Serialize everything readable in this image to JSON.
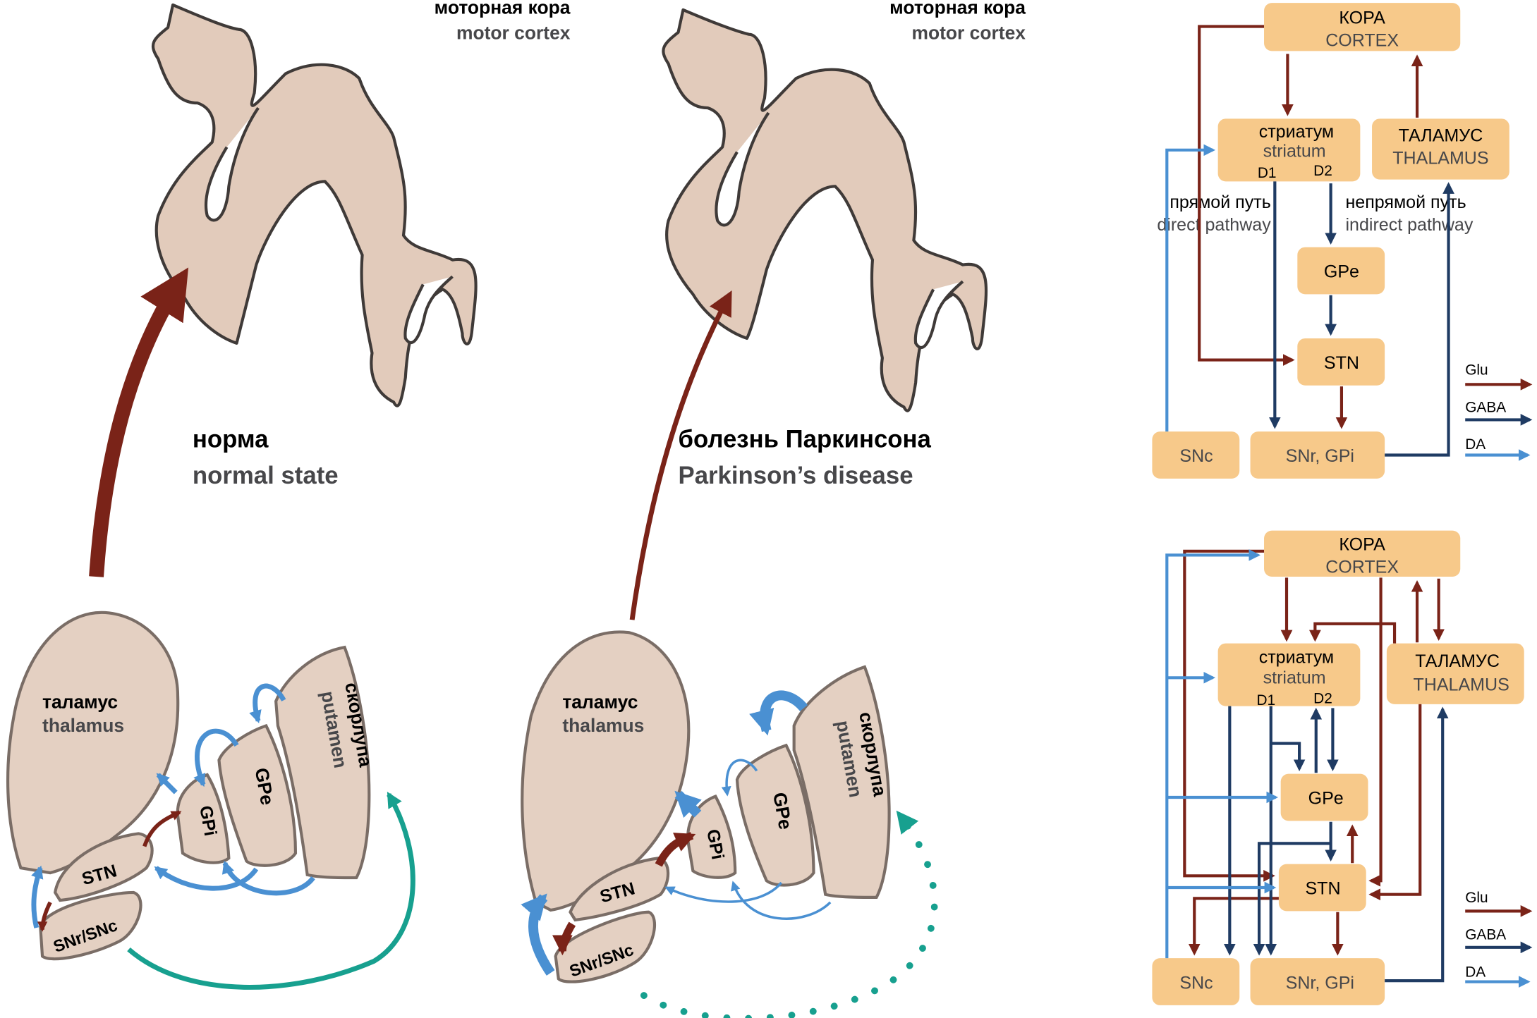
{
  "figure": {
    "left_panel": {
      "cortex_label_ru": "моторная кора",
      "cortex_label_en": "motor cortex",
      "state_label_ru": "норма",
      "state_label_en": "normal state",
      "structures": {
        "thalamus_ru": "таламус",
        "thalamus_en": "thalamus",
        "gpi": "GPi",
        "gpe": "GPe",
        "putamen_ru": "скорлупа",
        "putamen_en": "putamen",
        "stn": "STN",
        "snr_snc": "SNr/SNc"
      },
      "dopamine_pathway": "solid"
    },
    "middle_panel": {
      "cortex_label_ru": "моторная кора",
      "cortex_label_en": "motor cortex",
      "state_label_ru": "болезнь Паркинсона",
      "state_label_en": "Parkinson’s disease",
      "structures": {
        "thalamus_ru": "таламус",
        "thalamus_en": "thalamus",
        "gpi": "GPi",
        "gpe": "GPe",
        "putamen_ru": "скорлупа",
        "putamen_en": "putamen",
        "stn": "STN",
        "snr_snc": "SNr/SNc"
      },
      "dopamine_pathway": "dotted"
    },
    "top_schema": {
      "cortex_ru": "КОРА",
      "cortex_en": "CORTEX",
      "striatum_ru": "стриатум",
      "striatum_en": "striatum",
      "d1": "D1",
      "d2": "D2",
      "thalamus_ru": "ТАЛАМУС",
      "thalamus_en": "THALAMUS",
      "gpe": "GPe",
      "stn": "STN",
      "snc": "SNc",
      "snr_gpi": "SNr, GPi",
      "direct_ru": "прямой путь",
      "direct_en": "direct pathway",
      "indirect_ru": "непрямой путь",
      "indirect_en": "indirect pathway"
    },
    "bottom_schema": {
      "cortex_ru": "КОРА",
      "cortex_en": "CORTEX",
      "striatum_ru": "стриатум",
      "striatum_en": "striatum",
      "d1": "D1",
      "d2": "D2",
      "thalamus_ru": "ТАЛАМУС",
      "thalamus_en": "THALAMUS",
      "gpe": "GPe",
      "stn": "STN",
      "snc": "SNc",
      "snr_gpi": "SNr, GPi"
    },
    "legend": [
      {
        "label": "Glu",
        "color": "#7a2318"
      },
      {
        "label": "GABA",
        "color": "#1f3b63"
      },
      {
        "label": "DA",
        "color": "#4a90d2"
      }
    ],
    "colors": {
      "glutamate": "#7a2318",
      "gaba": "#1f3b63",
      "dopamine": "#4a90d2",
      "nigrostriatal": "#17a08f",
      "node_fill": "#f7c98a",
      "tissue_fill": "#e4d0c2"
    }
  }
}
